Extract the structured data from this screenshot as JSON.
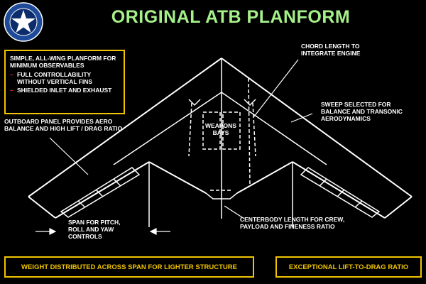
{
  "title": "ORIGINAL ATB PLANFORM",
  "info_box": {
    "heading": "SIMPLE, ALL-WING PLANFORM FOR MINIMUM OBSERVABLES",
    "bullets": [
      "FULL CONTROLLABILITY WITHOUT VERTICAL FINS",
      "SHIELDED INLET AND EXHAUST"
    ]
  },
  "annotations": {
    "chord": "CHORD LENGTH TO INTEGRATE ENGINE",
    "sweep": "SWEEP SELECTED FOR BALANCE AND TRANSONIC AERODYNAMICS",
    "outboard": "OUTBOARD PANEL PROVIDES AERO BALANCE AND HIGH LIFT / DRAG RATIO",
    "weapons": "WEAPONS BAYS",
    "span": "SPAN FOR PITCH, ROLL AND YAW CONTROLS",
    "centerbody": "CENTERBODY LENGTH FOR CREW, PAYLOAD AND FINENESS RATIO"
  },
  "footer": {
    "weight": "WEIGHT DISTRIBUTED ACROSS SPAN FOR LIGHTER STRUCTURE",
    "lift_drag": "EXCEPTIONAL LIFT-TO-DRAG RATIO"
  },
  "colors": {
    "title": "#a6f08a",
    "box_border": "#f2c300",
    "bullet_dash": "#e8322b",
    "line": "#ffffff",
    "seal": "#1e4a9a"
  }
}
